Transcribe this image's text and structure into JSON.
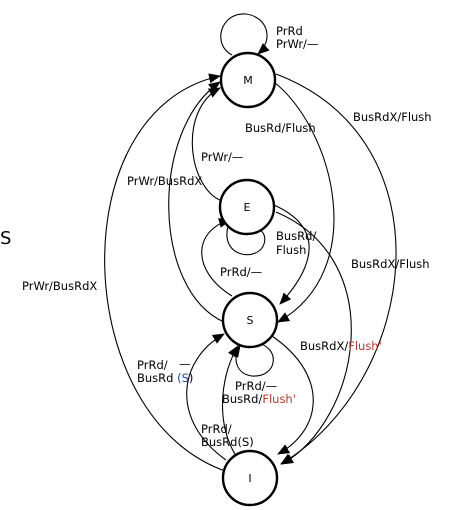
{
  "diagram": {
    "colors": {
      "line": "#000000",
      "highlight_blue": "#1f3fbf",
      "highlight_red": "#c0392b"
    },
    "states": [
      {
        "id": "M",
        "label": "M"
      },
      {
        "id": "E",
        "label": "E"
      },
      {
        "id": "S",
        "label": "S"
      },
      {
        "id": "I",
        "label": "I"
      }
    ],
    "stray_text": "S",
    "edges": {
      "m_self": {
        "from": "M",
        "to": "M",
        "line1": "PrRd",
        "line2": "PrWr/—"
      },
      "m_to_s": {
        "from": "M",
        "to": "S",
        "label": "BusRd/Flush"
      },
      "m_to_i": {
        "from": "M",
        "to": "I",
        "label": "BusRdX/Flush"
      },
      "e_to_m": {
        "from": "E",
        "to": "M",
        "label": "PrWr/—"
      },
      "s_to_m": {
        "from": "S",
        "to": "M",
        "label": "PrWr/BusRdX"
      },
      "i_to_m": {
        "from": "I",
        "to": "M",
        "label": "PrWr/BusRdX"
      },
      "e_to_s": {
        "from": "E",
        "to": "S",
        "line1": "BusRd/",
        "line2": "Flush"
      },
      "e_self": {
        "from": "E",
        "to": "E",
        "label": "PrRd/—"
      },
      "e_to_i": {
        "from": "E",
        "to": "I",
        "label": "BusRdX/Flush"
      },
      "s_to_e": {
        "from": "S",
        "to": "E"
      },
      "s_self": {
        "from": "S",
        "to": "S",
        "line1": "PrRd/—",
        "line2_prefix": "BusRd/",
        "line2_highlight": "Flush'"
      },
      "s_to_i": {
        "from": "S",
        "to": "I",
        "prefix": "BusRdX/",
        "highlight": "Flush'"
      },
      "i_to_s_blue": {
        "from": "I",
        "to": "S",
        "line1": "PrRd/",
        "line1_mark": "—",
        "line2": "BusRd",
        "line2_highlight": "(S",
        "line2_suffix": ")"
      },
      "i_to_s": {
        "from": "I",
        "to": "S",
        "line1": "PrRd/",
        "line2": "BusRd(S)"
      }
    }
  }
}
